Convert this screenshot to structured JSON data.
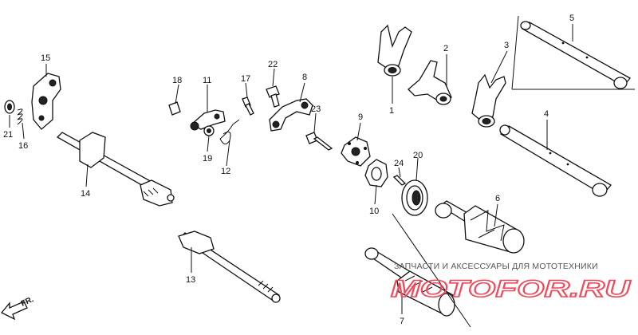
{
  "diagram": {
    "callouts": {
      "c1": "1",
      "c2": "2",
      "c3": "3",
      "c4": "4",
      "c5": "5",
      "c6": "6",
      "c7": "7",
      "c8": "8",
      "c9": "9",
      "c10": "10",
      "c11": "11",
      "c12": "12",
      "c13": "13",
      "c14": "14",
      "c15": "15",
      "c16": "16",
      "c17": "17",
      "c18": "18",
      "c19": "19",
      "c20": "20",
      "c21": "21",
      "c22": "22",
      "c23": "23",
      "c24": "24"
    },
    "direction_label": "FR.",
    "watermark": {
      "caption": "ЗАПЧАСТИ И АКСЕССУАРЫ ДЛЯ МОТОТЕХНИКИ",
      "logo": "MOTOFOR.RU"
    }
  }
}
